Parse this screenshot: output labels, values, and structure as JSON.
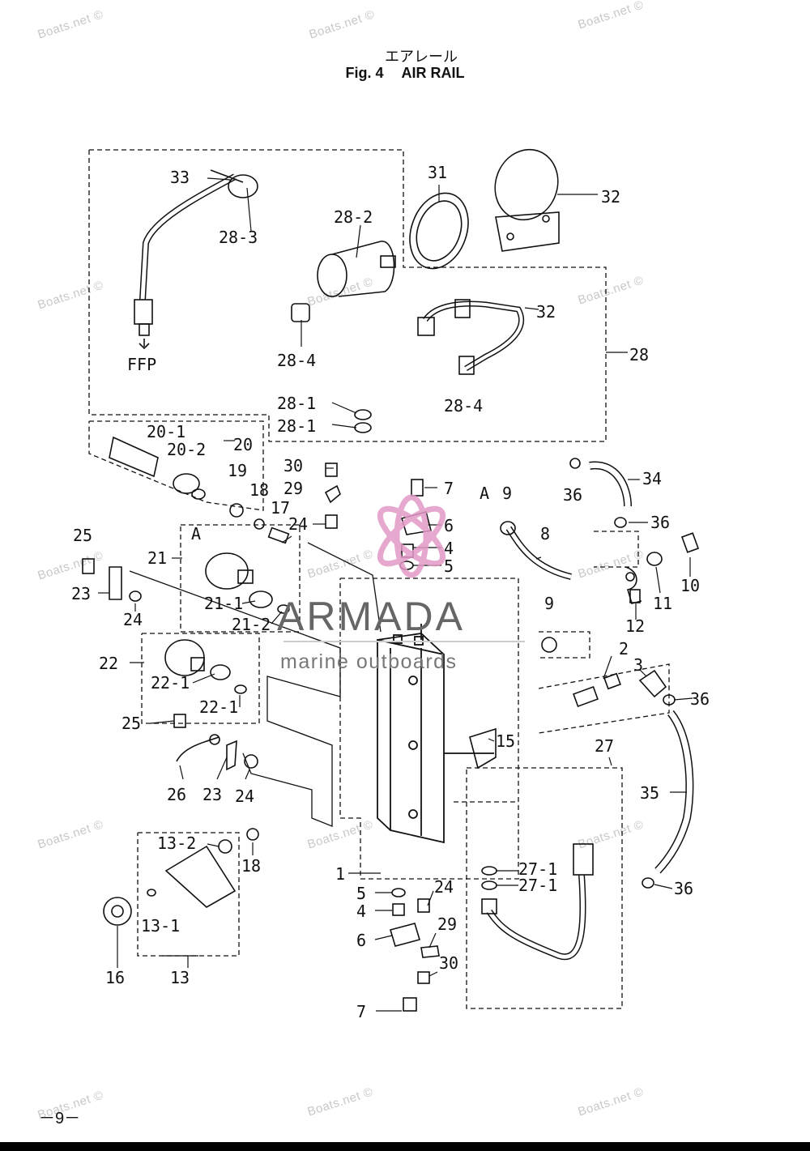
{
  "title": {
    "japanese": "エアレール",
    "fig_number": "Fig. 4",
    "name": "AIR RAIL"
  },
  "watermarks": {
    "boats_net": "Boats.net ©",
    "armada_main": "ARMADA",
    "armada_sub": "marine outboards"
  },
  "page_number": "－9－",
  "callouts": {
    "c33": "33",
    "c28_3": "28-3",
    "c28_2": "28-2",
    "c28_4a": "28-4",
    "c28_4b": "28-4",
    "ffp": "FFP",
    "c31": "31",
    "c32a": "32",
    "c32b": "32",
    "c28": "28",
    "c28_1a": "28-1",
    "c28_1b": "28-1",
    "c20_1": "20-1",
    "c20_2": "20-2",
    "c20": "20",
    "c30a": "30",
    "c29a": "29",
    "c19": "19",
    "c18a": "18",
    "c17": "17",
    "c24a": "24",
    "c7a": "7",
    "c6a": "6",
    "c4a": "4",
    "c5a": "5",
    "a_top": "A",
    "c9a": "9",
    "c8": "8",
    "c36a": "36",
    "c34": "34",
    "c36b": "36",
    "c10": "10",
    "c11": "11",
    "c12": "12",
    "c25a": "25",
    "c23a": "23",
    "c24b": "24",
    "c21": "21",
    "a_mid": "A",
    "c21_1": "21-1",
    "c21_2": "21-2",
    "c9b": "9",
    "c22": "22",
    "c22_1a": "22-1",
    "c22_1b": "22-1",
    "c2": "2",
    "c3": "3",
    "c36c": "36",
    "c15": "15",
    "c25b": "25",
    "c26": "26",
    "c23b": "23",
    "c24c": "24",
    "c27": "27",
    "c35": "35",
    "c13_2": "13-2",
    "c18b": "18",
    "c1": "1",
    "c27_1a": "27-1",
    "c27_1b": "27-1",
    "c36d": "36",
    "c13_1": "13-1",
    "c5b": "5",
    "c24d": "24",
    "c4b": "4",
    "c29b": "29",
    "c6b": "6",
    "c30b": "30",
    "c16": "16",
    "c13": "13",
    "c7b": "7"
  }
}
